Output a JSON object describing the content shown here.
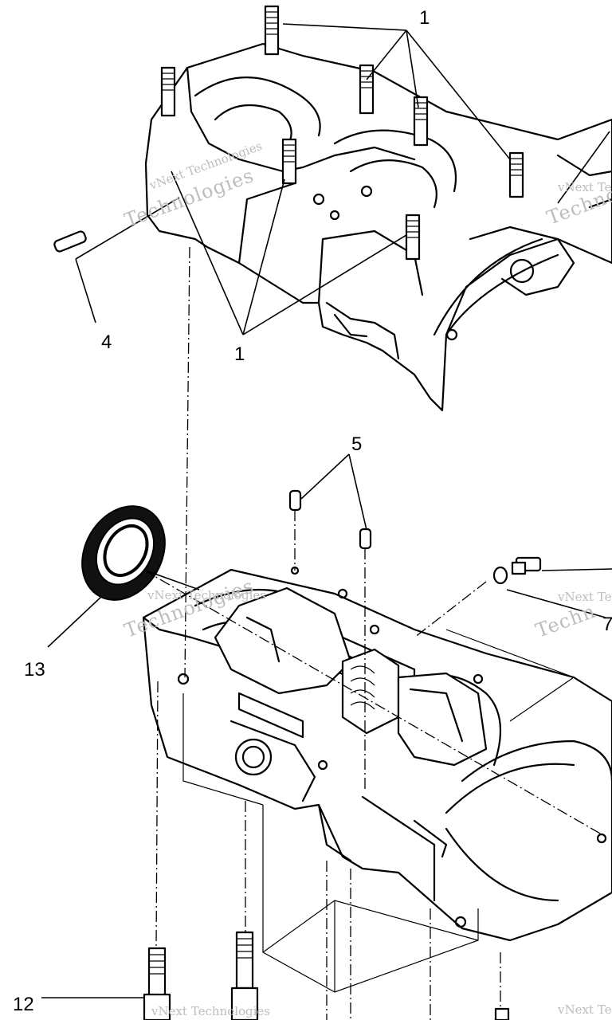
{
  "diagram": {
    "callouts": {
      "c1_top": "1",
      "c1_mid": "1",
      "c4": "4",
      "c5": "5",
      "c7": "7",
      "c12": "12",
      "c13": "13"
    },
    "watermarks": {
      "upper_left": "vNext Technologies",
      "upper_left_big": "Technologies",
      "upper_right": "vNext Te",
      "upper_right_big": "Techno",
      "mid_left": "vNext Technologies",
      "mid_left_big": "Technologies",
      "mid_right": "vNext Te",
      "mid_right_big": "Techn",
      "bottom_left": "vNext Technologies",
      "bottom_right": "vNext Te"
    }
  }
}
